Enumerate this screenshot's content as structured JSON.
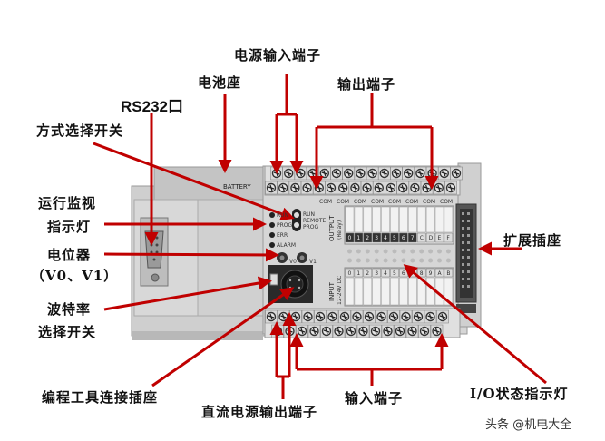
{
  "labels": {
    "power_input_terminals": "电源输入端子",
    "battery_holder": "电池座",
    "output_terminals": "输出端子",
    "rs232_port": "RS232口",
    "mode_switch": "方式选择开关",
    "run_monitor_line1": "运行监视",
    "run_monitor_line2": "指示灯",
    "potentiometer_line1": "电位器",
    "potentiometer_line2": "（V0、V1）",
    "baud_switch_line1": "波特率",
    "baud_switch_line2": "选择开关",
    "programming_tool_socket": "编程工具连接插座",
    "dc_power_output_terminals": "直流电源输出端子",
    "input_terminals": "输入端子",
    "expansion_socket": "扩展插座",
    "io_status_leds": "I/O状态指示灯"
  },
  "device": {
    "battery_text": "BATTERY",
    "mode_positions": [
      "RUN",
      "REMOTE",
      "PROG"
    ],
    "status_leds": [
      "RUN",
      "PROG",
      "ERR",
      "ALARM"
    ],
    "pot_labels": [
      "V0",
      "V1"
    ],
    "output_panel_label": "OUTPUT",
    "output_panel_sub": "(Relay)",
    "input_panel_label": "INPUT",
    "input_panel_sub": "12-24V DC",
    "output_channels": [
      "0",
      "1",
      "2",
      "3",
      "4",
      "5",
      "6",
      "7",
      "C",
      "D",
      "E",
      "F"
    ],
    "input_channels": [
      "0",
      "1",
      "2",
      "3",
      "4",
      "5",
      "6",
      "7",
      "8",
      "9",
      "A",
      "B"
    ],
    "com_label": "COM"
  },
  "watermark": "头条 @机电大全",
  "colors": {
    "arrow": "#c00000",
    "device_body": "#c8c8c8",
    "device_shadow": "#9a9a9a",
    "terminal_dark": "#2a2a2a"
  }
}
